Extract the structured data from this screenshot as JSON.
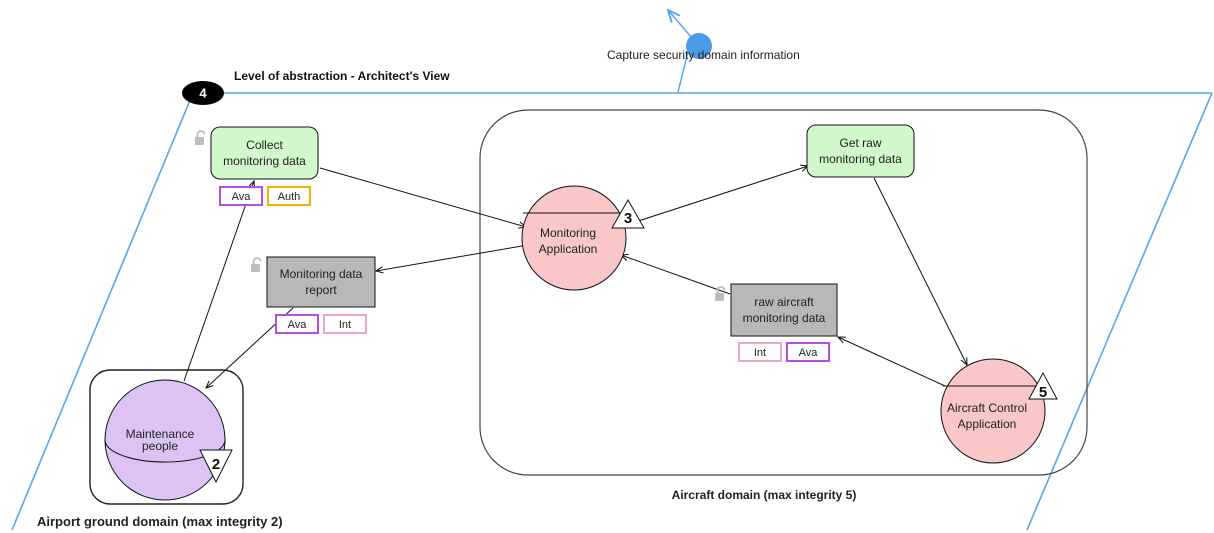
{
  "header": {
    "step_number": "4",
    "title": "Level of abstraction - Architect's View",
    "goal_label": "Capture security domain information"
  },
  "domains": {
    "airport": "Airport ground domain (max integrity 2)",
    "aircraft": "Aircraft domain (max integrity 5)"
  },
  "nodes": {
    "collect": {
      "line1": "Collect",
      "line2": "monitoring data"
    },
    "get_raw": {
      "line1": "Get raw",
      "line2": "monitoring data"
    },
    "report": {
      "line1": "Monitoring data",
      "line2": "report"
    },
    "raw_aircraft": {
      "line1": "raw aircraft",
      "line2": "monitoring data"
    },
    "monitoring_app": {
      "line1": "Monitoring",
      "line2": "Application",
      "integrity": "3"
    },
    "aircraft_control": {
      "line1": "Aircraft Control",
      "line2": "Application",
      "integrity": "5"
    },
    "maintenance": {
      "line1": "Maintenance",
      "line2": "people",
      "integrity": "2"
    }
  },
  "tags": {
    "collect": [
      "Ava",
      "Auth"
    ],
    "report": [
      "Ava",
      "Int"
    ],
    "raw_aircraft": [
      "Int",
      "Ava"
    ]
  },
  "colors": {
    "plane_line": "#5aa5e6",
    "goal_dot": "#4a9be8",
    "process_fill": "#d2f7cc",
    "data_fill": "#b8b8b8",
    "app_fill": "#f9c7c7",
    "actor_fill": "#dbc4f5",
    "tag_ava": "#b84de0",
    "tag_auth": "#f0b400",
    "tag_int": "#f0a3cf",
    "lock": "#bdbdbd"
  }
}
